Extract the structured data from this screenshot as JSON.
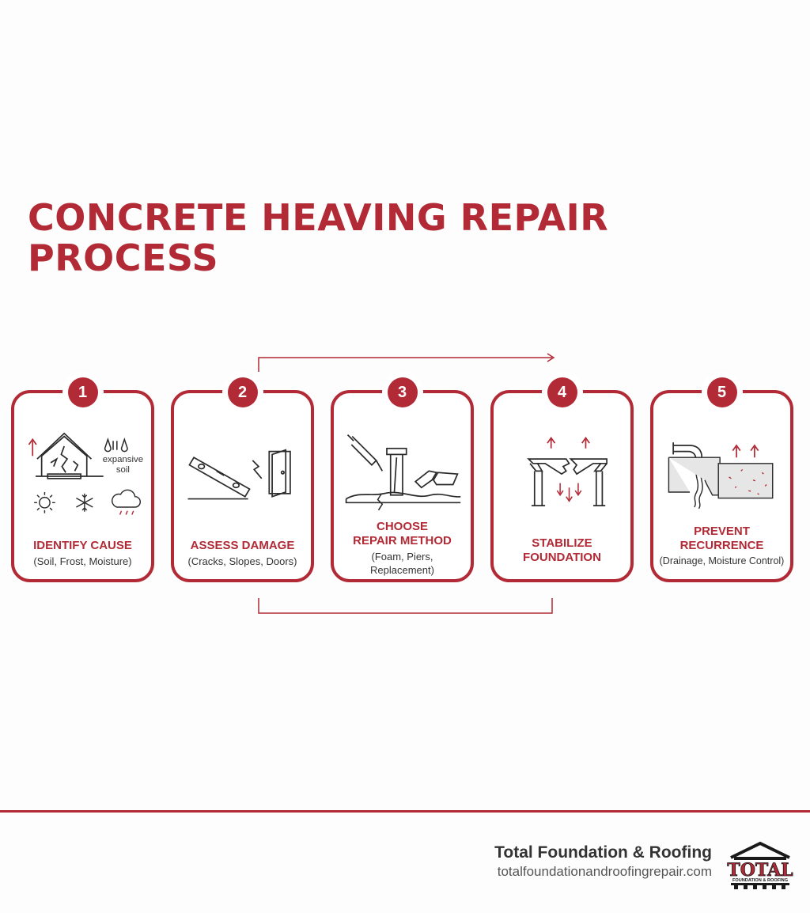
{
  "title": {
    "line1": "CONCRETE HEAVING REPAIR",
    "line2": "PROCESS"
  },
  "steps": [
    {
      "number": "1",
      "title": "IDENTIFY CAUSE",
      "title_line2": "",
      "desc": "(Soil, Frost, Moisture)",
      "desc_line2": "",
      "icon_label_1": "expansive",
      "icon_label_2": "soil"
    },
    {
      "number": "2",
      "title": "ASSESS DAMAGE",
      "title_line2": "",
      "desc": "(Cracks, Slopes, Doors)",
      "desc_line2": ""
    },
    {
      "number": "3",
      "title": "CHOOSE",
      "title_line2": "REPAIR METHOD",
      "desc": "(Foam, Piers,",
      "desc_line2": "Replacement)"
    },
    {
      "number": "4",
      "title": "STABILIZE",
      "title_line2": "FOUNDATION",
      "desc": "",
      "desc_line2": ""
    },
    {
      "number": "5",
      "title": "PREVENT",
      "title_line2": "RECURRENCE",
      "desc": "(Drainage, Moisture Control)",
      "desc_line2": ""
    }
  ],
  "footer": {
    "company": "Total Foundation & Roofing",
    "url": "totalfoundationandroofingrepair.com",
    "logo_word": "TOTAL",
    "logo_tagline": "FOUNDATION & ROOFING"
  },
  "colors": {
    "accent": "#b12a35",
    "text": "#333333",
    "icon": "#2b2b2b"
  }
}
